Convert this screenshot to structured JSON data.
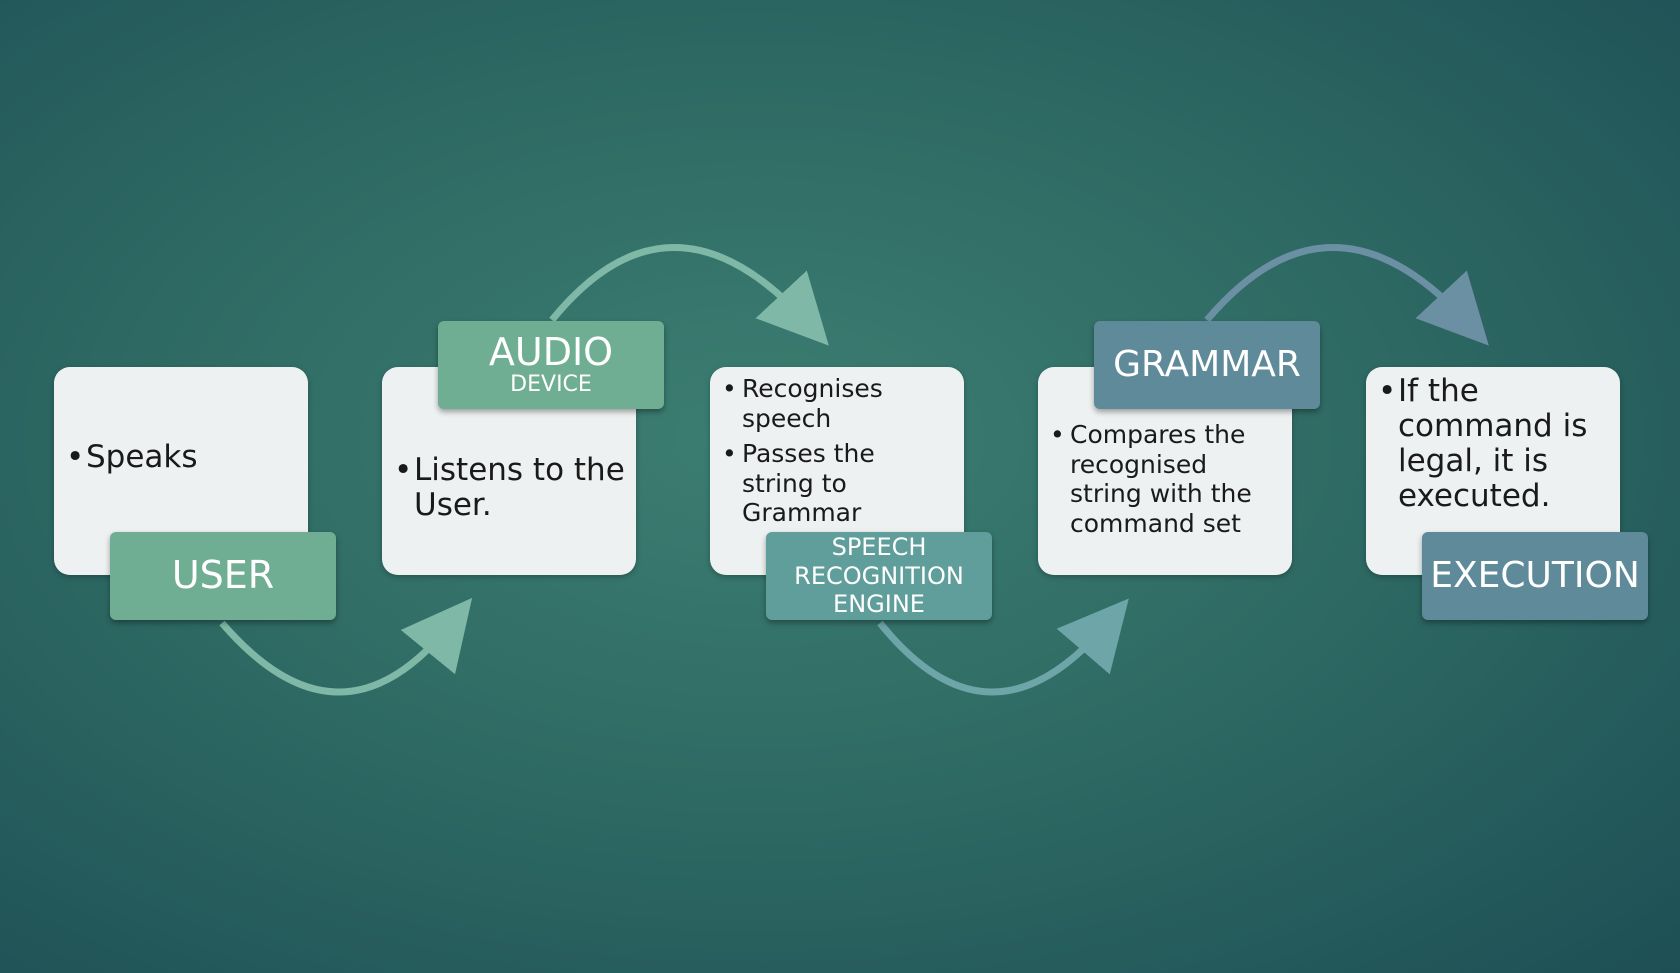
{
  "steps": [
    {
      "label": "USER",
      "sublabel": "",
      "bullets": [
        "Speaks"
      ]
    },
    {
      "label": "AUDIO",
      "sublabel": "DEVICE",
      "bullets": [
        "Listens to the User."
      ]
    },
    {
      "label": "SPEECH RECOGNITION ENGINE",
      "sublabel": "",
      "bullets": [
        "Recognises speech",
        "Passes the string to Grammar"
      ]
    },
    {
      "label": "GRAMMAR",
      "sublabel": "",
      "bullets": [
        "Compares the recognised string with the command set"
      ]
    },
    {
      "label": "EXECUTION",
      "sublabel": "",
      "bullets": [
        "If the command is legal, it is executed."
      ]
    }
  ],
  "colors": {
    "tag_green": "#6fae93",
    "tag_teal": "#5f9e9a",
    "tag_blue": "#5f8a99",
    "card": "#eef1f1"
  }
}
